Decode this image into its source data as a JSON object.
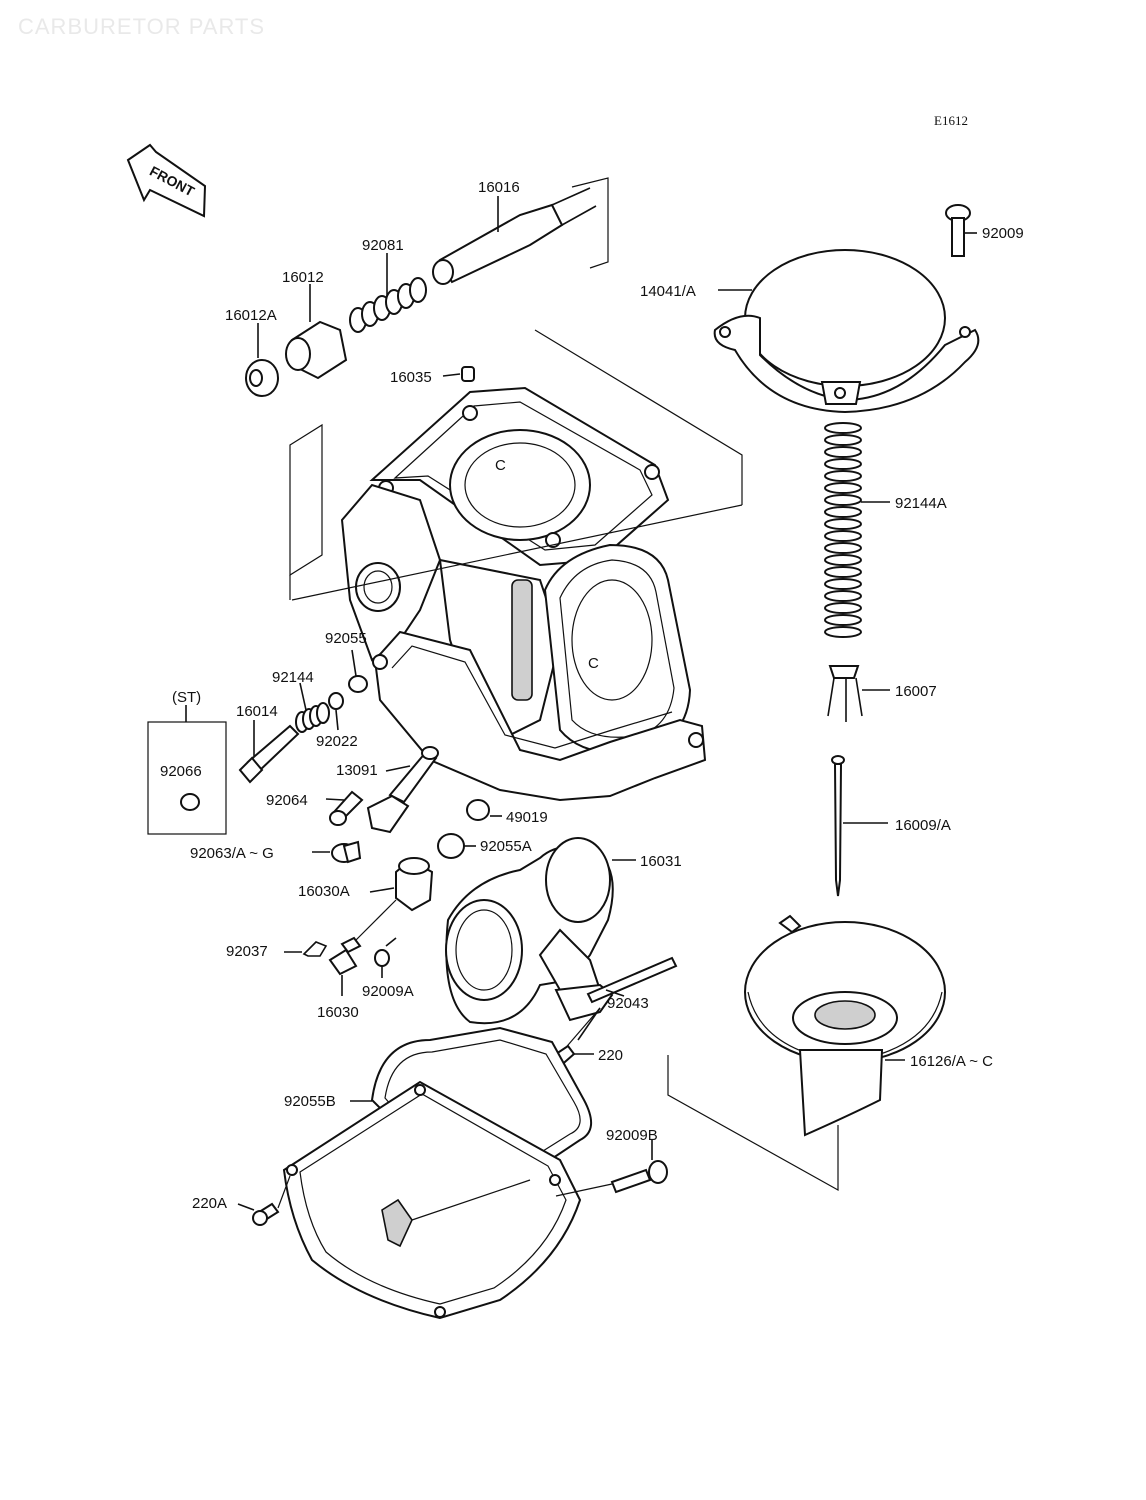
{
  "watermark": "CARBURETOR PARTS",
  "diagram_code": "E1612",
  "front_label": "FRONT",
  "st_label": "(ST)",
  "parts": {
    "p16016": "16016",
    "p92081": "92081",
    "p16012": "16012",
    "p16012A": "16012A",
    "p92009": "92009",
    "p14041": "14041/A",
    "p16035": "16035",
    "p92144A": "92144A",
    "p92055": "92055",
    "p92144": "92144",
    "p16014": "16014",
    "p92022": "92022",
    "p92066": "92066",
    "p16007": "16007",
    "p13091": "13091",
    "p92064": "92064",
    "p49019": "49019",
    "p16009": "16009/A",
    "p92063": "92063/A ~ G",
    "p92055A": "92055A",
    "p16031": "16031",
    "p16030A": "16030A",
    "p92037": "92037",
    "p92043": "92043",
    "p92009A": "92009A",
    "p16030": "16030",
    "p220": "220",
    "p16126": "16126/A ~ C",
    "p92055B": "92055B",
    "p92009B": "92009B",
    "p220A": "220A"
  }
}
